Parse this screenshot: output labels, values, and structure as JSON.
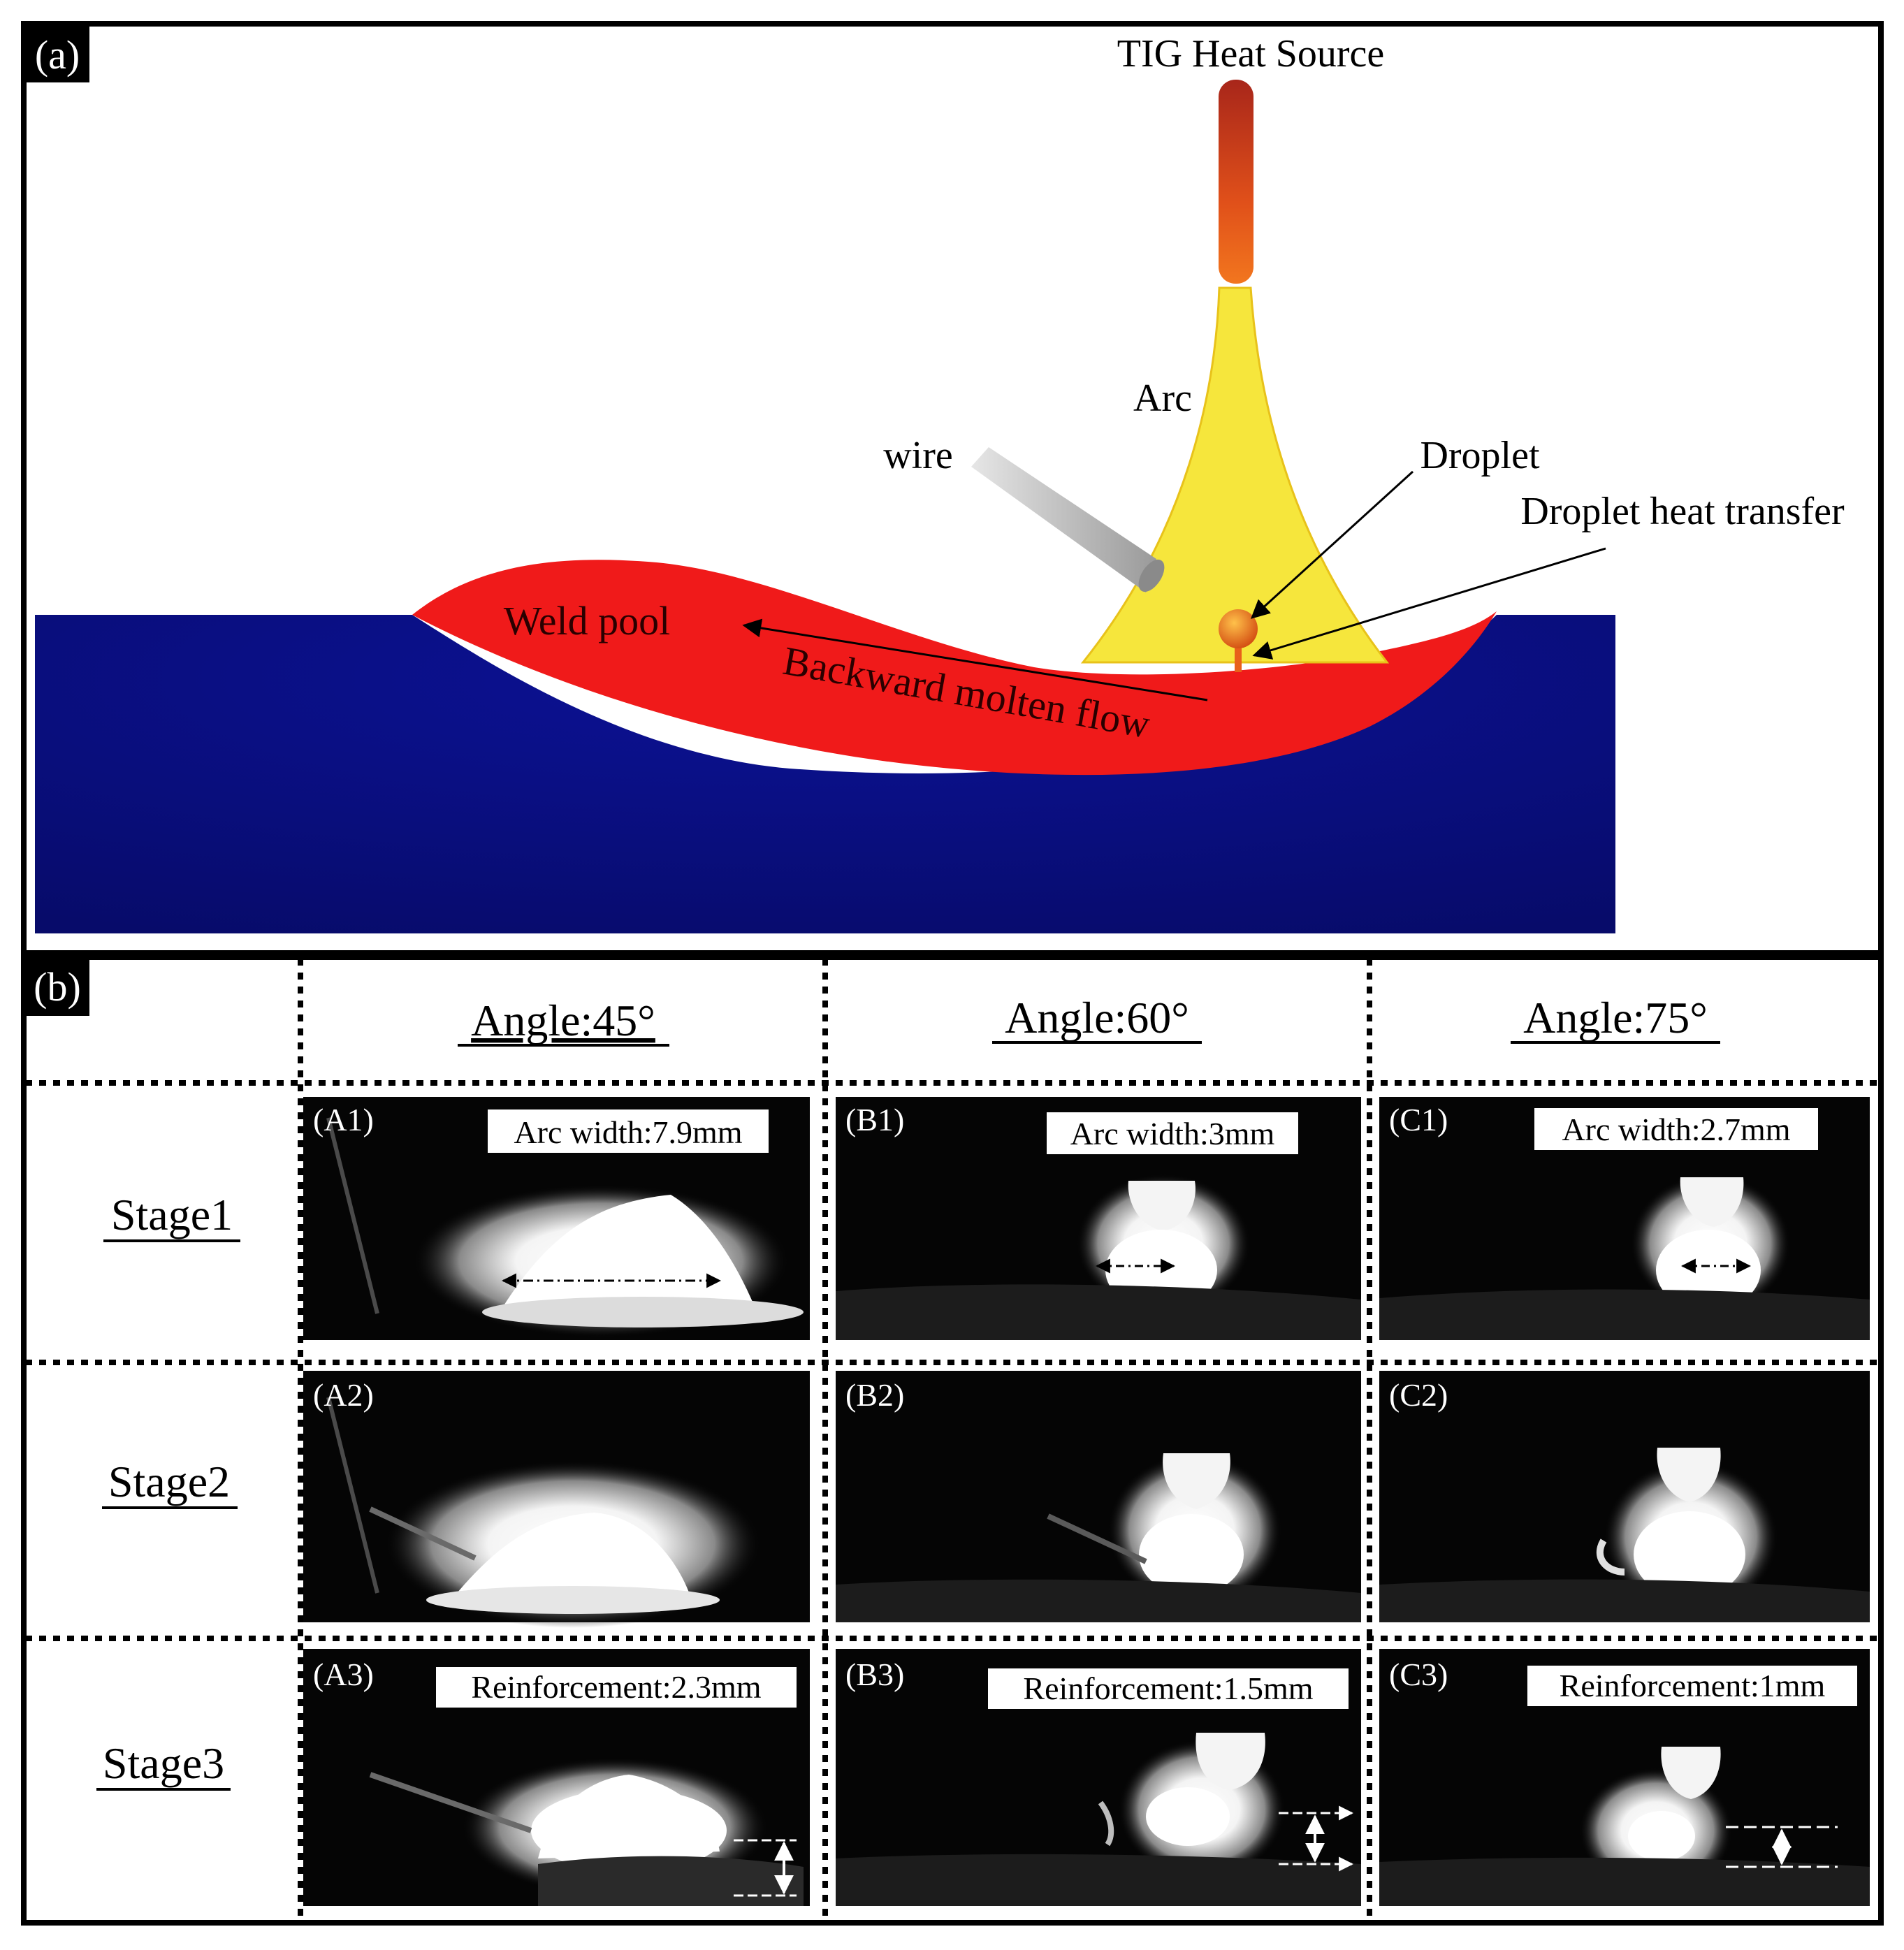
{
  "panel_a": {
    "label": "(a)",
    "heat_source": "TIG Heat Source",
    "arc": "Arc",
    "wire": "wire",
    "droplet": "Droplet",
    "droplet_heat_transfer": "Droplet heat transfer",
    "weld_pool": "Weld pool",
    "backward_flow": "Backward molten flow",
    "colors": {
      "substrate": "#0a0f8a",
      "weld_pool": "#f01a1a",
      "arc": "#f6e63c",
      "electrode": "#d9441a",
      "wire": "#bfbfbf"
    }
  },
  "panel_b": {
    "label": "(b)",
    "columns": [
      "Angle:45°",
      "Angle:60°",
      "Angle:75°"
    ],
    "rows": [
      "Stage1",
      "Stage2",
      "Stage3"
    ],
    "cells": [
      [
        {
          "id": "(A1)",
          "note": "Arc width:7.9mm"
        },
        {
          "id": "(B1)",
          "note": "Arc width:3mm"
        },
        {
          "id": "(C1)",
          "note": "Arc width:2.7mm"
        }
      ],
      [
        {
          "id": "(A2)",
          "note": ""
        },
        {
          "id": "(B2)",
          "note": ""
        },
        {
          "id": "(C2)",
          "note": ""
        }
      ],
      [
        {
          "id": "(A3)",
          "note": "Reinforcement:2.3mm"
        },
        {
          "id": "(B3)",
          "note": "Reinforcement:1.5mm"
        },
        {
          "id": "(C3)",
          "note": "Reinforcement:1mm"
        }
      ]
    ]
  }
}
